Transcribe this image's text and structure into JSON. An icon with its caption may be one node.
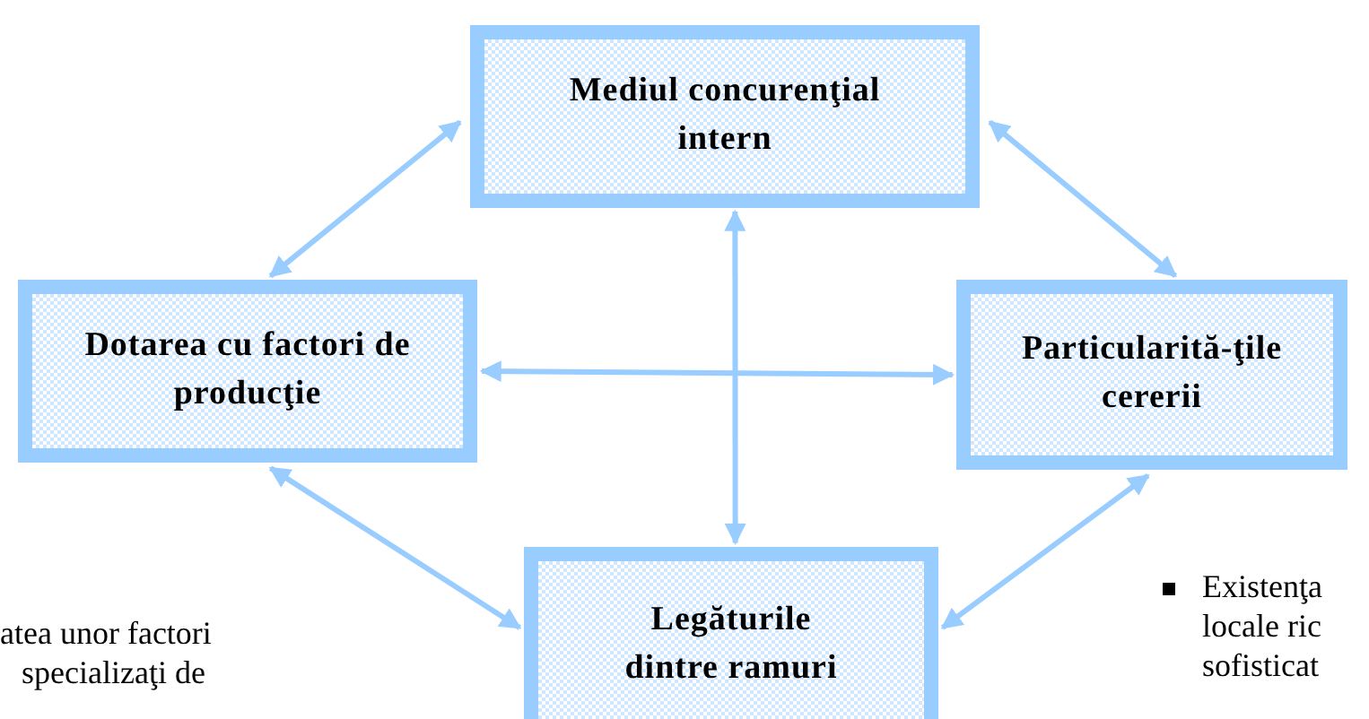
{
  "diagram": {
    "nodes": [
      {
        "text": [
          "Mediul concurenţial intern"
        ]
      },
      {
        "text": [
          "Dotarea cu factori de producţie"
        ]
      },
      {
        "text": [
          "Particularită-ţile cererii"
        ]
      },
      {
        "text": [
          "Legăturile dintre ramuri"
        ]
      }
    ],
    "edges": [
      {
        "from": 0,
        "to": 1,
        "arrow": "both"
      },
      {
        "from": 0,
        "to": 2,
        "arrow": "both"
      },
      {
        "from": 1,
        "to": 2,
        "arrow": "both"
      },
      {
        "from": 0,
        "to": 3,
        "arrow": "both"
      },
      {
        "from": 1,
        "to": 3,
        "arrow": "both"
      },
      {
        "from": 2,
        "to": 3,
        "arrow": "both"
      }
    ],
    "labels": [
      "atea unor factori",
      "specializaţi de",
      "Existenţa",
      "locale ric",
      "sofisticat"
    ]
  }
}
